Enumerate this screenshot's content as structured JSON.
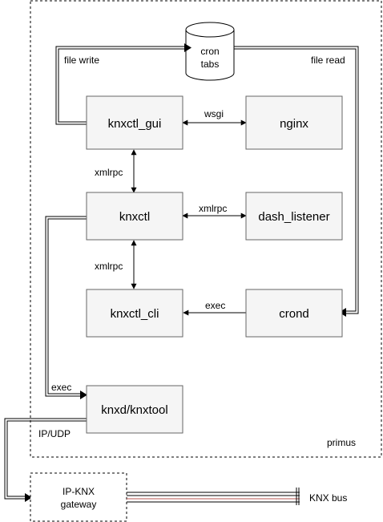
{
  "frame": {
    "label": "primus"
  },
  "nodes": {
    "cron": {
      "line1": "cron",
      "line2": "tabs"
    },
    "knxctl_gui": {
      "label": "knxctl_gui"
    },
    "nginx": {
      "label": "nginx"
    },
    "knxctl": {
      "label": "knxctl"
    },
    "dash_listener": {
      "label": "dash_listener"
    },
    "knxctl_cli": {
      "label": "knxctl_cli"
    },
    "crond": {
      "label": "crond"
    },
    "knxd": {
      "label": "knxd/knxtool"
    },
    "gateway": {
      "line1": "IP-KNX",
      "line2": "gateway"
    }
  },
  "edges": {
    "file_write": "file write",
    "file_read": "file read",
    "wsgi": "wsgi",
    "gui_knxctl": "xmlrpc",
    "knxctl_dash": "xmlrpc",
    "knxctl_cli": "xmlrpc",
    "crond_cli": "exec",
    "knxctl_knxd": "exec",
    "ip_udp": "IP/UDP",
    "knx_bus": "KNX bus"
  },
  "colors": {
    "box_fill": "#f5f5f5",
    "box_stroke": "#666666",
    "bus_red": "#b85450"
  }
}
